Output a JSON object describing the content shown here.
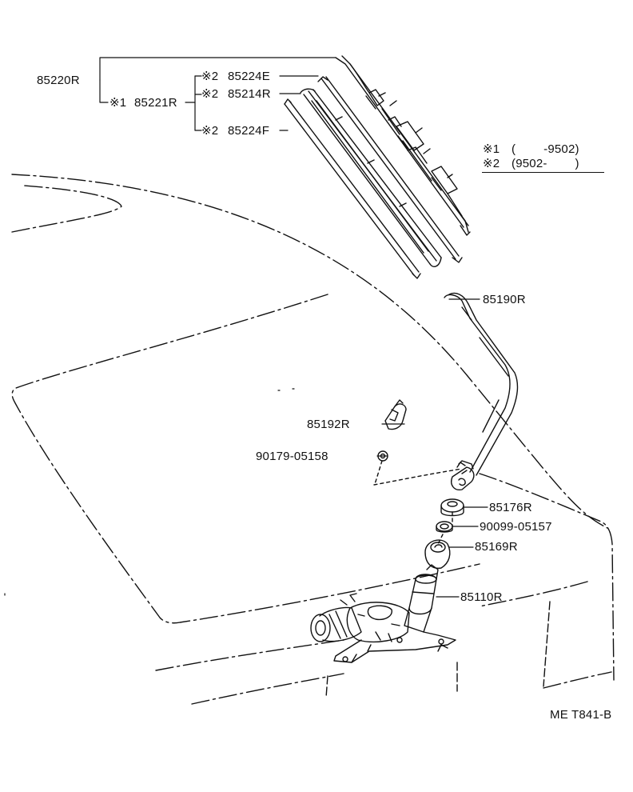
{
  "diagram": {
    "callouts": [
      {
        "id": "p85220",
        "text": "85220R"
      },
      {
        "id": "p85221",
        "marker": "※1",
        "text": "85221R"
      },
      {
        "id": "p85224e",
        "marker": "※2",
        "text": "85224E"
      },
      {
        "id": "p85214",
        "marker": "※2",
        "text": "85214R"
      },
      {
        "id": "p85224f",
        "marker": "※2",
        "text": "85224F"
      },
      {
        "id": "p85190",
        "text": "85190R"
      },
      {
        "id": "p85192",
        "text": "85192R"
      },
      {
        "id": "p90179",
        "text": "90179-05158"
      },
      {
        "id": "p85176",
        "text": "85176R"
      },
      {
        "id": "p90099",
        "text": "90099-05157"
      },
      {
        "id": "p85169",
        "text": "85169R"
      },
      {
        "id": "p85110",
        "text": "85110R"
      }
    ],
    "notes": [
      {
        "marker": "※1",
        "text": "(        -9502)"
      },
      {
        "marker": "※2",
        "text": "(9502-        )"
      }
    ],
    "code": "ME T841-B"
  }
}
